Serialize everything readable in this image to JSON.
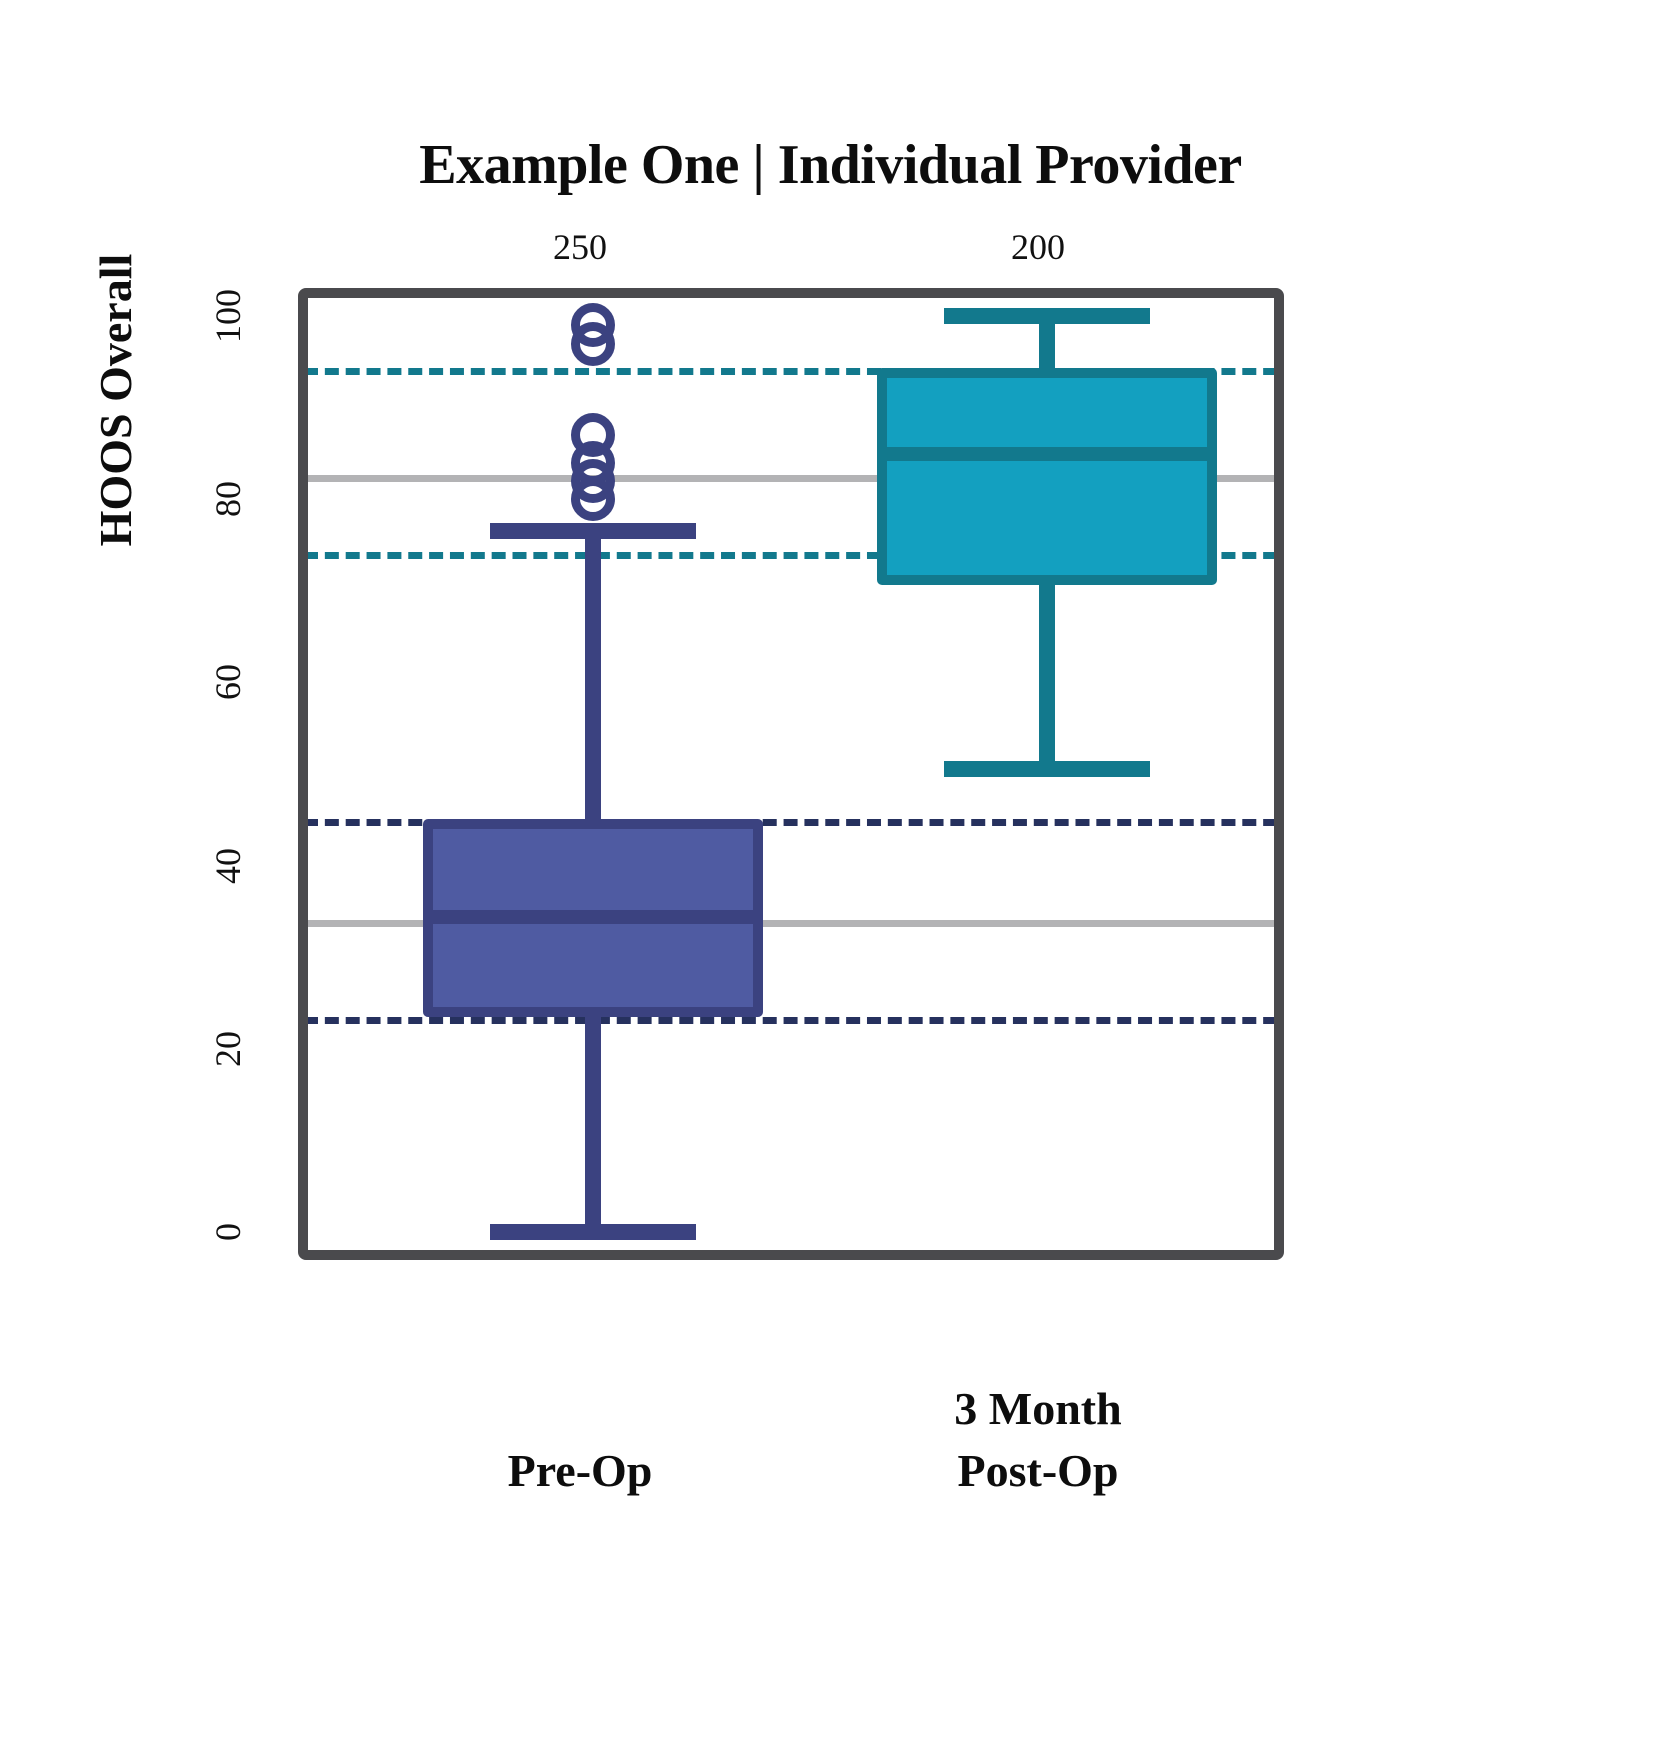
{
  "chart_data": {
    "type": "box",
    "title": "Example One | Individual Provider",
    "xlabel": "",
    "ylabel": "HOOS Overall",
    "ylim": [
      -2,
      102
    ],
    "yticks": [
      0,
      20,
      40,
      60,
      80,
      100
    ],
    "ytick_labels": [
      "0",
      "20",
      "40",
      "60",
      "80",
      "100"
    ],
    "categories": [
      "Pre-Op",
      "3 Month\nPost-Op"
    ],
    "group_counts": [
      "250",
      "200"
    ],
    "grid": false,
    "legend": null,
    "series": [
      {
        "name": "Pre-Op",
        "n": 250,
        "color_fill": "#4f5ba2",
        "color_edge": "#3b4280",
        "q1": 23.5,
        "median": 34.4,
        "q3": 45.1,
        "whisker_low": 0.0,
        "whisker_high": 76.5,
        "mean": 33.7,
        "outliers": [
          99.0,
          97.0,
          87.0,
          84.0,
          82.0,
          80.0
        ],
        "reference_lines": [
          {
            "value": 45.1,
            "style": "dashed",
            "color": "#26315e"
          },
          {
            "value": 23.5,
            "style": "dashed",
            "color": "#26315e"
          }
        ],
        "mean_line": {
          "value": 33.7,
          "color": "#b3b3b5"
        }
      },
      {
        "name": "3 Month Post-Op",
        "n": 200,
        "color_fill": "#13a0c0",
        "color_edge": "#12798d",
        "q1": 70.6,
        "median": 85.0,
        "q3": 94.3,
        "whisker_low": 50.5,
        "whisker_high": 100.0,
        "mean": 82.3,
        "outliers": [],
        "reference_lines": [
          {
            "value": 94.3,
            "style": "dashed",
            "color": "#12798d"
          },
          {
            "value": 74.2,
            "style": "dashed",
            "color": "#12798d"
          }
        ],
        "mean_line": {
          "value": 82.3,
          "color": "#b3b3b5"
        }
      }
    ],
    "colors": {
      "preop_fill": "#4f5ba2",
      "preop_edge": "#3b4280",
      "preop_dash": "#26315e",
      "postop_fill": "#13a0c0",
      "postop_edge": "#12798d",
      "postop_dash": "#12798d",
      "mean_gray": "#b3b3b5",
      "axis_frame": "#4a4a4d",
      "text": "#0d0d0d",
      "background": "#ffffff"
    }
  }
}
